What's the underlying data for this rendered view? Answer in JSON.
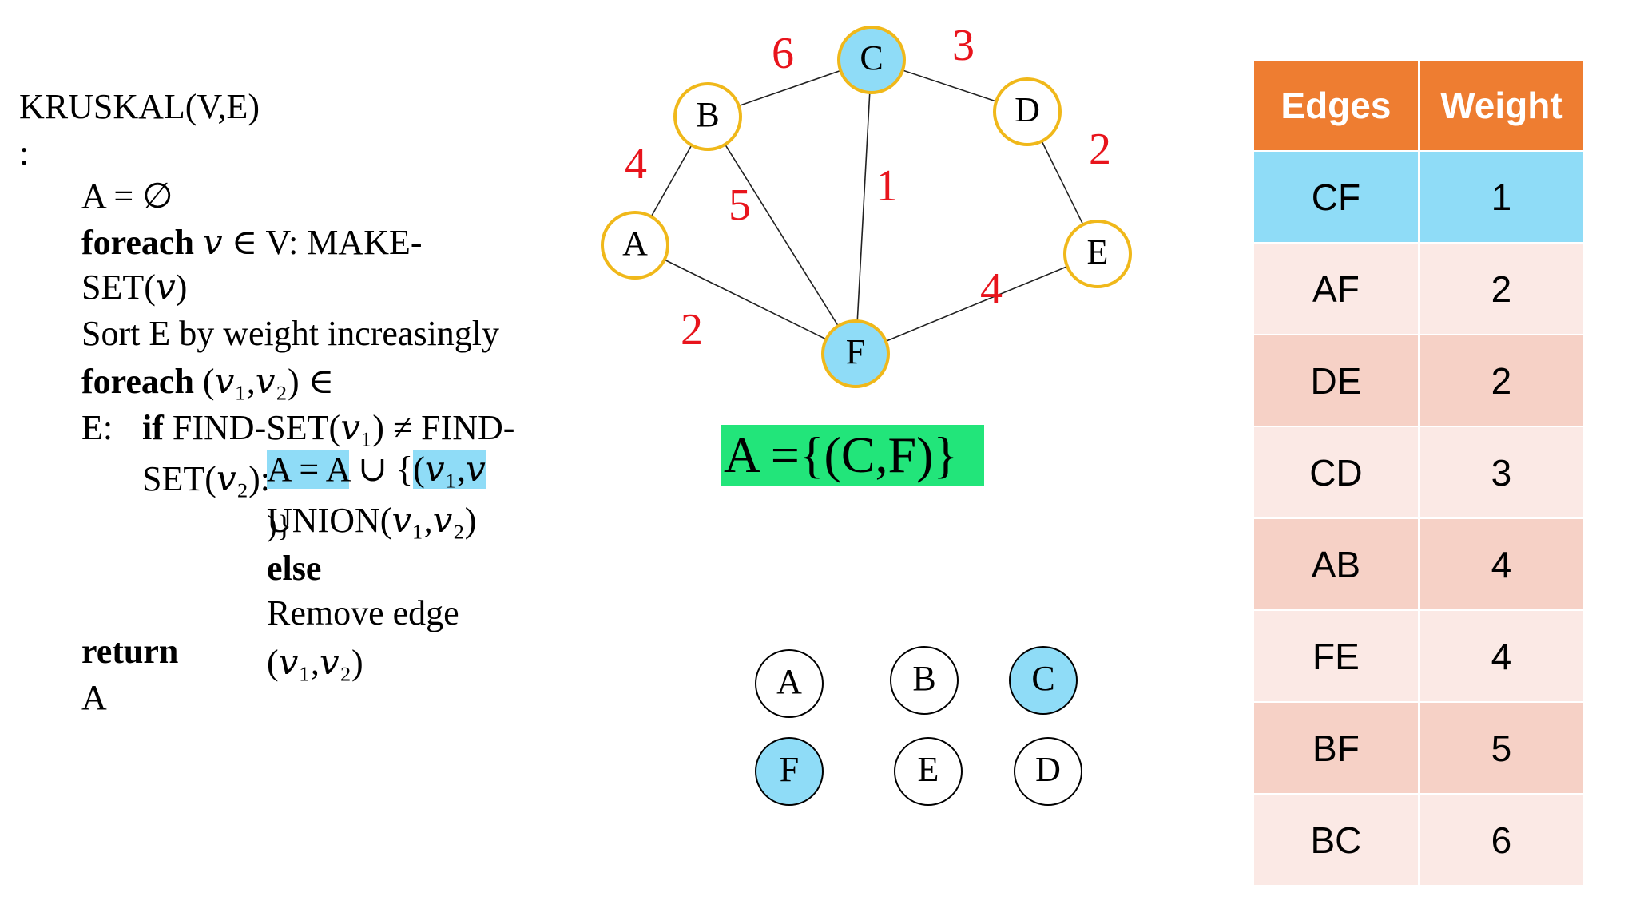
{
  "code": {
    "title": "KRUSKAL(V,E)",
    "colon": ":",
    "line_init": "A = ∅",
    "foreach_kw": "foreach",
    "make_set": " 𝑣 ∈ V:  MAKE-",
    "make_set_2": "SET(𝑣)",
    "sort": "Sort E by weight increasingly",
    "foreach2_kw": "foreach",
    "foreach2": " (𝑣₁,𝑣₂) ∈",
    "e_colon": "E:",
    "if_kw": "if",
    "if_cond": " FIND-SET(𝑣₁) ≠ FIND-",
    "set_v2": "SET(𝑣₂):",
    "assign_a": "A = A",
    "union_sym": " ∪  {",
    "pair_part": "(𝑣₁,𝑣",
    "closing": ")}",
    "union_call": "UNION(𝑣₁,𝑣₂)",
    "else_kw": "else",
    "remove": "Remove edge",
    "remove_pair": "(𝑣₁,𝑣₂)",
    "return_kw": "return",
    "return_val": "A"
  },
  "graph": {
    "nodes": [
      {
        "id": "A",
        "label": "A",
        "selected": false
      },
      {
        "id": "B",
        "label": "B",
        "selected": false
      },
      {
        "id": "C",
        "label": "C",
        "selected": true
      },
      {
        "id": "D",
        "label": "D",
        "selected": false
      },
      {
        "id": "E",
        "label": "E",
        "selected": false
      },
      {
        "id": "F",
        "label": "F",
        "selected": true
      }
    ],
    "edges": [
      {
        "from": "A",
        "to": "B",
        "weight": "4"
      },
      {
        "from": "B",
        "to": "C",
        "weight": "6"
      },
      {
        "from": "C",
        "to": "D",
        "weight": "3"
      },
      {
        "from": "D",
        "to": "E",
        "weight": "2"
      },
      {
        "from": "C",
        "to": "F",
        "weight": "1"
      },
      {
        "from": "B",
        "to": "F",
        "weight": "5"
      },
      {
        "from": "A",
        "to": "F",
        "weight": "2"
      },
      {
        "from": "F",
        "to": "E",
        "weight": "4"
      }
    ]
  },
  "a_set": "A ={(C,F)}",
  "sets": [
    {
      "label": "A",
      "selected": false
    },
    {
      "label": "B",
      "selected": false
    },
    {
      "label": "C",
      "selected": true
    },
    {
      "label": "F",
      "selected": true
    },
    {
      "label": "E",
      "selected": false
    },
    {
      "label": "D",
      "selected": false
    }
  ],
  "table": {
    "header": [
      "Edges",
      "Weight"
    ],
    "rows": [
      {
        "edge": "CF",
        "weight": "1",
        "color": "#8fdcf7"
      },
      {
        "edge": "AF",
        "weight": "2",
        "color": "#fbe9e5"
      },
      {
        "edge": "DE",
        "weight": "2",
        "color": "#f6d1c6"
      },
      {
        "edge": "CD",
        "weight": "3",
        "color": "#fbe9e5"
      },
      {
        "edge": "AB",
        "weight": "4",
        "color": "#f6d1c6"
      },
      {
        "edge": "FE",
        "weight": "4",
        "color": "#fbe9e5"
      },
      {
        "edge": "BF",
        "weight": "5",
        "color": "#f6d1c6"
      },
      {
        "edge": "BC",
        "weight": "6",
        "color": "#fbe9e5"
      }
    ]
  },
  "colors": {
    "highlight": "#8fdcf7",
    "node_ring": "#f0b81a",
    "weight": "#e8141c",
    "a_set_bg": "#22e57a",
    "header": "#ee7d31"
  }
}
